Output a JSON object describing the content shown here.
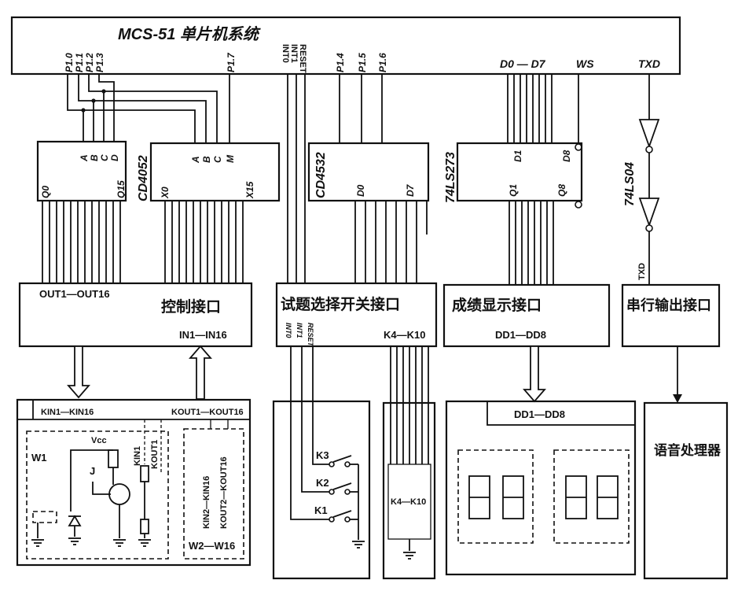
{
  "mcu": {
    "title": "MCS-51 单片机系统",
    "pins": {
      "p10": "P1.0",
      "p11": "P1.1",
      "p12": "P1.2",
      "p13": "P1.3",
      "p17": "P1.7",
      "int0": "INT0",
      "int1": "INT1",
      "reset": "RESET",
      "p14": "P1.4",
      "p15": "P1.5",
      "p16": "P1.6",
      "data_bus": "D0 — D7",
      "ws": "WS",
      "txd": "TXD"
    }
  },
  "mux_label": "CD4052",
  "mux1": {
    "inputs": [
      "A",
      "B",
      "C",
      "D"
    ],
    "out_first": "Q0",
    "out_last": "Q15"
  },
  "mux2": {
    "inputs": [
      "A",
      "B",
      "C",
      "M"
    ],
    "out_first": "X0",
    "out_last": "X15"
  },
  "encoder": {
    "name": "CD4532",
    "out_first": "D0",
    "out_last": "D7"
  },
  "latch": {
    "name": "74LS273",
    "in_first": "D1",
    "in_last": "D8",
    "out_first": "Q1",
    "out_last": "Q8"
  },
  "inverter": {
    "name": "74LS04"
  },
  "interfaces": {
    "control": {
      "title": "控制接口",
      "outputs": "OUT1—OUT16",
      "inputs": "IN1—IN16"
    },
    "switch": {
      "title": "试题选择开关接口",
      "signals": [
        "INT0",
        "INT1",
        "RESET"
      ],
      "keys": "K4—K10"
    },
    "score": {
      "title": "成绩显示接口",
      "outputs": "DD1—DD8"
    },
    "serial": {
      "title": "串行输出接口",
      "signal": "TXD"
    }
  },
  "modules": {
    "station": {
      "kin": "KIN1—KIN16",
      "kout": "KOUT1—KOUT16",
      "w1": "W1",
      "vcc": "Vcc",
      "relay": "J",
      "kin1": "KIN1",
      "kout1": "KOUT1",
      "kin_rest": "KIN2—KIN16",
      "kout_rest": "KOUT2—KOUT16",
      "w_rest": "W2—W16"
    },
    "keys": [
      "K3",
      "K2",
      "K1"
    ],
    "key_bank": "K4—K10",
    "display": {
      "bus": "DD1—DD8"
    },
    "voice": "语音处理器"
  }
}
